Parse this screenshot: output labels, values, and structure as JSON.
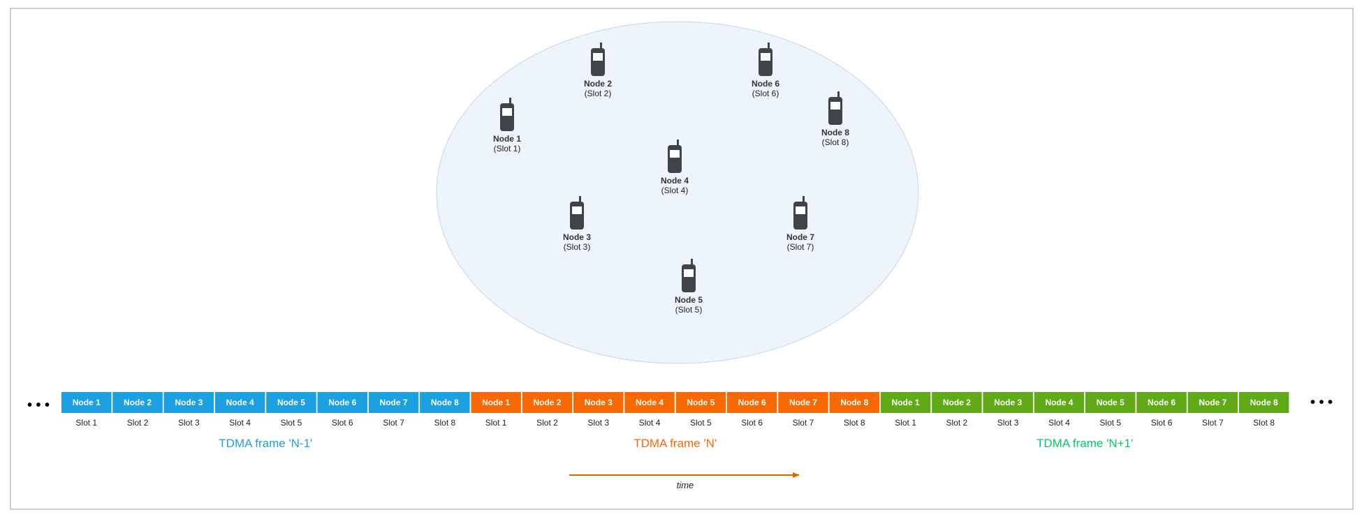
{
  "nodes": [
    {
      "label": "Node 1",
      "slot": "(Slot 1)"
    },
    {
      "label": "Node 2",
      "slot": "(Slot 2)"
    },
    {
      "label": "Node 3",
      "slot": "(Slot 3)"
    },
    {
      "label": "Node 4",
      "slot": "(Slot 4)"
    },
    {
      "label": "Node 5",
      "slot": "(Slot 5)"
    },
    {
      "label": "Node 6",
      "slot": "(Slot 6)"
    },
    {
      "label": "Node 7",
      "slot": "(Slot 7)"
    },
    {
      "label": "Node 8",
      "slot": "(Slot 8)"
    }
  ],
  "frames": [
    {
      "label": "TDMA frame 'N-1'",
      "color": "#1ba1e2",
      "text_color": "#1ba1e2"
    },
    {
      "label": "TDMA frame 'N'",
      "color": "#fa6800",
      "text_color": "#fa6800"
    },
    {
      "label": "TDMA frame 'N+1'",
      "color": "#60a917",
      "text_color": "#00cc66"
    }
  ],
  "cells": [
    "Node 1",
    "Node 2",
    "Node 3",
    "Node 4",
    "Node 5",
    "Node 6",
    "Node 7",
    "Node 8"
  ],
  "slots": [
    "Slot 1",
    "Slot 2",
    "Slot 3",
    "Slot 4",
    "Slot 5",
    "Slot 6",
    "Slot 7",
    "Slot 8"
  ],
  "ellipsis": "• • •",
  "time_label": "time",
  "colors": {
    "ellipse_fill": "#eef4fb",
    "ellipse_stroke": "#c3d6ea",
    "phone": "#3f4448",
    "arrow": "#d86a00"
  }
}
